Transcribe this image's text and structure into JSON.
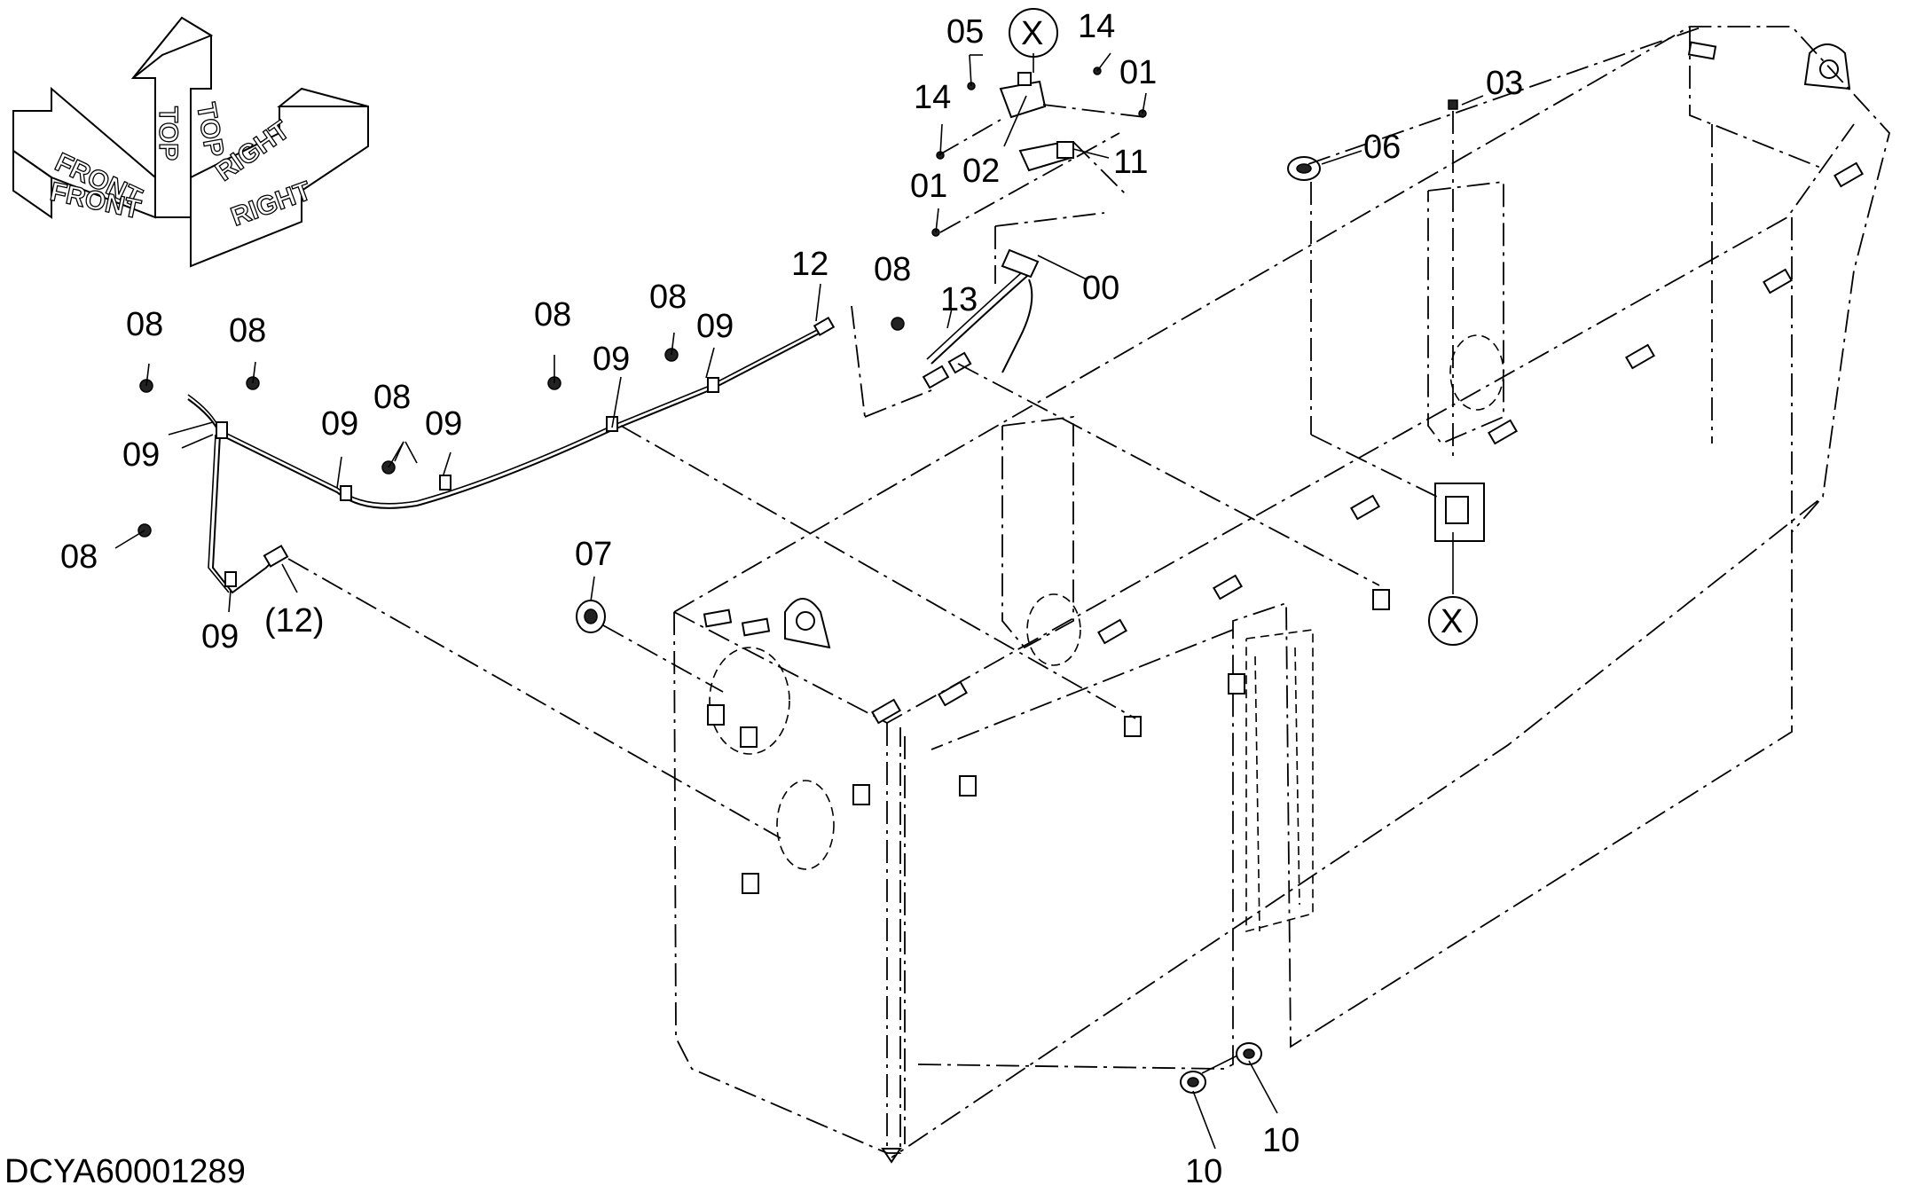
{
  "diagram": {
    "drawing_code": "DCYA60001289",
    "orientation": {
      "front": "FRONT",
      "top": "TOP",
      "right": "RIGHT"
    },
    "callouts": [
      {
        "id": "c-05",
        "text": "05"
      },
      {
        "id": "c-x-top",
        "text": "X"
      },
      {
        "id": "c-14a",
        "text": "14"
      },
      {
        "id": "c-01a",
        "text": "01"
      },
      {
        "id": "c-14b",
        "text": "14"
      },
      {
        "id": "c-02",
        "text": "02"
      },
      {
        "id": "c-11",
        "text": "11"
      },
      {
        "id": "c-01b",
        "text": "01"
      },
      {
        "id": "c-03",
        "text": "03"
      },
      {
        "id": "c-06",
        "text": "06"
      },
      {
        "id": "c-00",
        "text": "00"
      },
      {
        "id": "c-12",
        "text": "12"
      },
      {
        "id": "c-08a",
        "text": "08"
      },
      {
        "id": "c-13",
        "text": "13"
      },
      {
        "id": "c-08b",
        "text": "08"
      },
      {
        "id": "c-09a",
        "text": "09"
      },
      {
        "id": "c-08c",
        "text": "08"
      },
      {
        "id": "c-09b",
        "text": "09"
      },
      {
        "id": "c-08d",
        "text": "08"
      },
      {
        "id": "c-08e",
        "text": "08"
      },
      {
        "id": "c-09c",
        "text": "09"
      },
      {
        "id": "c-08f",
        "text": "08"
      },
      {
        "id": "c-09d",
        "text": "09"
      },
      {
        "id": "c-09e",
        "text": "09"
      },
      {
        "id": "c-08g",
        "text": "08"
      },
      {
        "id": "c-09f",
        "text": "09"
      },
      {
        "id": "c-12p",
        "text": "(12)"
      },
      {
        "id": "c-07",
        "text": "07"
      },
      {
        "id": "c-x-right",
        "text": "X"
      },
      {
        "id": "c-10a",
        "text": "10"
      },
      {
        "id": "c-10b",
        "text": "10"
      }
    ]
  }
}
